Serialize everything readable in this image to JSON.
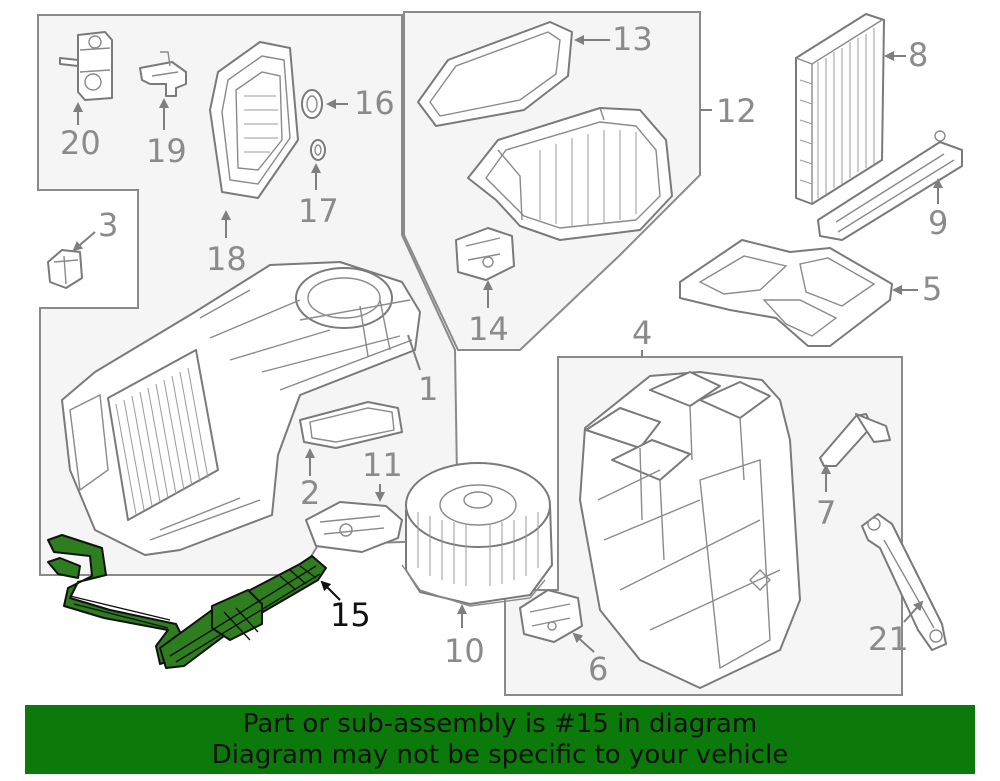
{
  "callouts": {
    "c1": "1",
    "c2": "2",
    "c3": "3",
    "c4": "4",
    "c5": "5",
    "c6": "6",
    "c7": "7",
    "c8": "8",
    "c9": "9",
    "c10": "10",
    "c11": "11",
    "c12": "12",
    "c13": "13",
    "c14": "14",
    "c15": "15",
    "c16": "16",
    "c17": "17",
    "c18": "18",
    "c19": "19",
    "c20": "20",
    "c21": "21"
  },
  "selected_part": "15",
  "highlight_color": "#2e7d1f",
  "banner": {
    "line1": "Part or sub-assembly is #15 in diagram",
    "line2": "Diagram may not be specific to your vehicle",
    "background": "#0b7a0b"
  }
}
